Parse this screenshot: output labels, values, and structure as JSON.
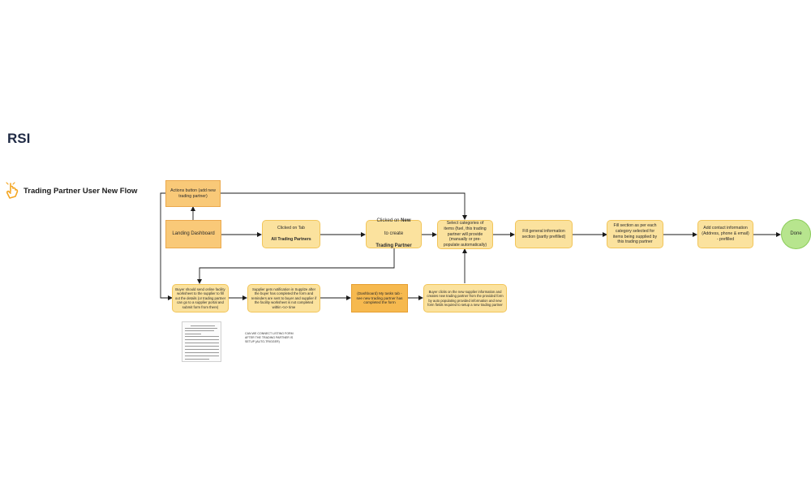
{
  "board": {
    "title": "RSI",
    "flow_name": "Trading Partner User New Flow",
    "flow_icon": "hand-pointer-icon",
    "accent": "#f4a623"
  },
  "nodes": {
    "actions": "Actions button (add new trading partner)",
    "landing": "Landing Dashboard",
    "clicked_tab_line1": "Clicked on Tab",
    "clicked_tab_line2": "All Trading Partners",
    "clicked_new_pre": "Clicked on ",
    "clicked_new_bold": "New",
    "clicked_new_mid": "to create",
    "clicked_new_bold2": "Trading Partner",
    "select_categories": "Select categories of items (fuel, this trading partner will provide (manually or pre-populate automatically)",
    "fill_general": "Fill general information section (partly prefilled)",
    "fill_section": "Fill section as per each category selected for items being supplied by this trading partner",
    "add_contact": "Add contact information (Address, phone & email) - prefilled",
    "done": "Done",
    "buyer_send": "Buyer should send online facility worksheet to the supplier to fill out the details (or trading partner can go to a supplier portal and submit form from there)",
    "supplier_notification": "Supplier gets notification in Suppl2e after the buyer has completed the form and reminders are sent to buyer and supplier if the facility worksheet is not completed within <x> time",
    "dashboard_tasks": "(Dashboard) My tasks tab - see new trading partner has completed the form",
    "buyer_clicks": "Buyer clicks on the new supplier information and creates new trading partner from the provided form by auto populating provided information and new form fields required to setup a new trading partner"
  },
  "side_note": "Can we connect listing form after the trading partner is setup (auto-trigger)"
}
